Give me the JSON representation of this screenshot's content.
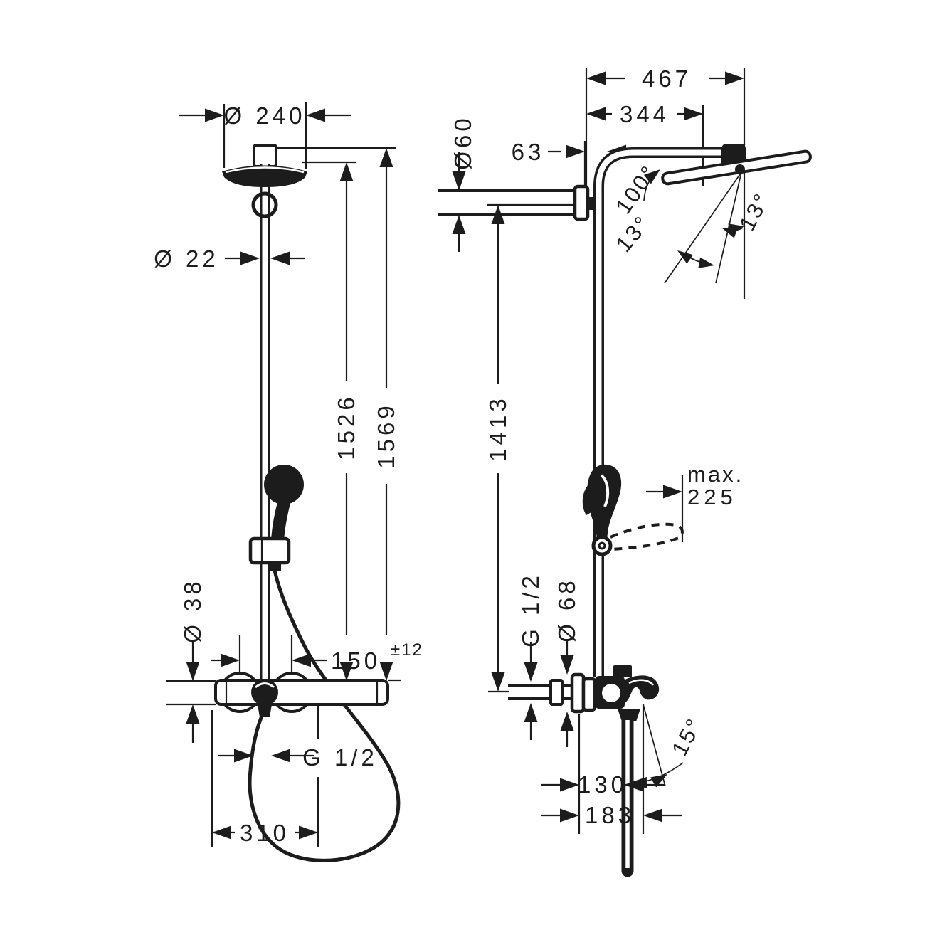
{
  "drawing": {
    "description": "Shower system technical dimension drawing, front and side views",
    "line_color": "#1c1c1c",
    "background_color": "#ffffff"
  },
  "front_view": {
    "head_diameter": "Ø 240",
    "pipe_diameter": "Ø 22",
    "height_to_head": "1526",
    "height_overall": "1569",
    "valve_diameter": "Ø 38",
    "connection_spacing": "150",
    "connection_tolerance": "±12",
    "outlet_thread": "G 1/2",
    "hose_loop_width": "310"
  },
  "side_view": {
    "reach_overall": "467",
    "reach_to_pivot": "344",
    "wall_offset": "63",
    "escutcheon_diameter": "Ø60",
    "head_angle": "100°",
    "head_tilt_left": "13°",
    "head_tilt_right": "13°",
    "height_connection_to_valve": "1413",
    "handshower_reach_prefix": "max.",
    "handshower_reach_value": "225",
    "valve_thread": "G 1/2",
    "valve_escutcheon_diameter": "Ø 68",
    "spout_angle": "15°",
    "spout_offset": "130",
    "spout_reach": "183"
  }
}
